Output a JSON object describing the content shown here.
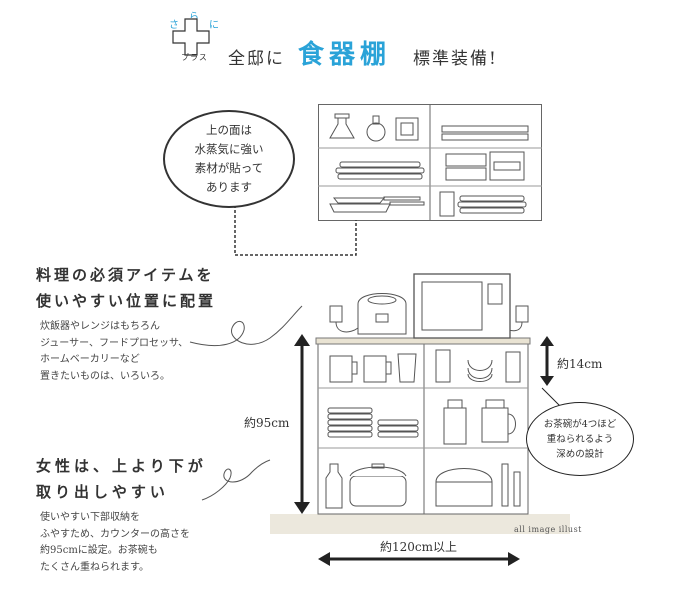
{
  "header": {
    "sara_chars": [
      "さ",
      "ら",
      "に"
    ],
    "plus_label": "プラス",
    "headline_pre": "全邸に",
    "headline_emphasis": "食器棚",
    "headline_post": "標準装備!"
  },
  "bubble_top": {
    "lines": [
      "上の面は",
      "水蒸気に強い",
      "素材が貼って",
      "あります"
    ]
  },
  "section1": {
    "heading": [
      "料理の必須アイテムを",
      "使いやすい位置に配置"
    ],
    "body": [
      "炊飯器やレンジはもちろん",
      "ジューサー、フードプロセッサ、",
      "ホームベーカリーなど",
      "置きたいものは、いろいろ。"
    ]
  },
  "section2": {
    "heading": [
      "女性は、上より下が",
      "取り出しやすい"
    ],
    "body": [
      "使いやすい下部収納を",
      "ふやすため、カウンターの高さを",
      "約95cmに設定。お茶碗も",
      "たくさん重ねられます。"
    ]
  },
  "dimensions": {
    "height": "約95cm",
    "top_shelf": "約14cm",
    "width": "約120cm以上"
  },
  "bubble_bowls": {
    "lines": [
      "お茶碗が4つほど",
      "重ねられるよう",
      "深めの設計"
    ]
  },
  "caption": "all image illust",
  "colors": {
    "accent": "#2aa3d8",
    "text": "#333333",
    "counter": "#e9e3d3",
    "floor": "#ece8dd"
  }
}
